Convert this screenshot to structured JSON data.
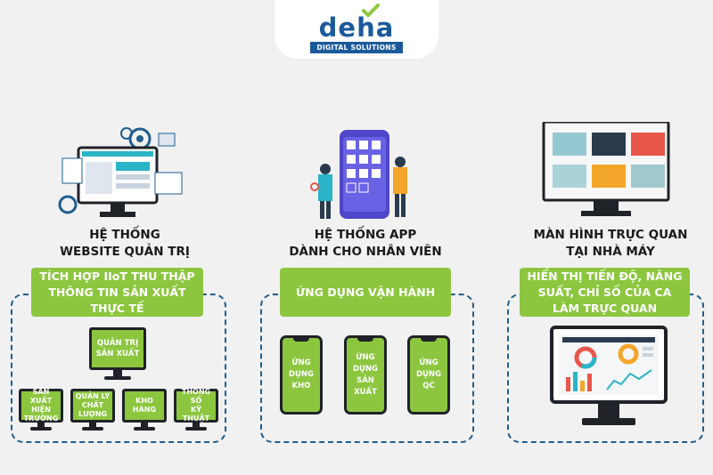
{
  "logo": {
    "word": "deha",
    "sub": "DIGITAL SOLUTIONS"
  },
  "columns": [
    {
      "title_line1": "HỆ THỐNG",
      "title_line2": "WEBSITE QUẢN TRỊ",
      "banner_lines": [
        "TÍCH HỢP IIoT THU THẬP",
        "THÔNG TIN SẢN XUẤT",
        "THỰC TẾ"
      ],
      "main_monitor": [
        "QUẢN TRỊ",
        "SẢN XUẤT"
      ],
      "monitors": [
        [
          "SẢN XUẤT",
          "HIỆN",
          "TRƯỜNG"
        ],
        [
          "QUẢN LÝ",
          "CHẤT",
          "LƯỢNG"
        ],
        [
          "KHO",
          "HÀNG"
        ],
        [
          "THÔNG",
          "SỐ",
          "KỸ THUẬT"
        ]
      ]
    },
    {
      "title_line1": "HỆ THỐNG APP",
      "title_line2": "DÀNH CHO NHÂN VIÊN",
      "banner_lines": [
        "ỨNG DỤNG VẬN HÀNH"
      ],
      "phones": [
        [
          "ỨNG",
          "DỤNG",
          "KHO"
        ],
        [
          "ỨNG",
          "DỤNG",
          "SẢN",
          "XUẤT"
        ],
        [
          "ỨNG",
          "DỤNG",
          "QC"
        ]
      ]
    },
    {
      "title_line1": "MÀN HÌNH TRỰC QUAN",
      "title_line2": "TẠI NHÀ MÁY",
      "banner_lines": [
        "HIỂN THỊ TIẾN ĐỘ, NĂNG",
        "SUẤT, CHỈ SỐ CỦA CA",
        "LÀM TRỰC QUAN"
      ]
    }
  ],
  "colors": {
    "green": "#8cc63f",
    "navy": "#1f5e8e",
    "dark": "#1f2328",
    "brand": "#1b5a9a"
  },
  "screen_tiles": [
    "#95c9d1",
    "#2a3b4e",
    "#e8574a",
    "#a9d3d9",
    "#f4a62a",
    "#9fc9cc"
  ]
}
